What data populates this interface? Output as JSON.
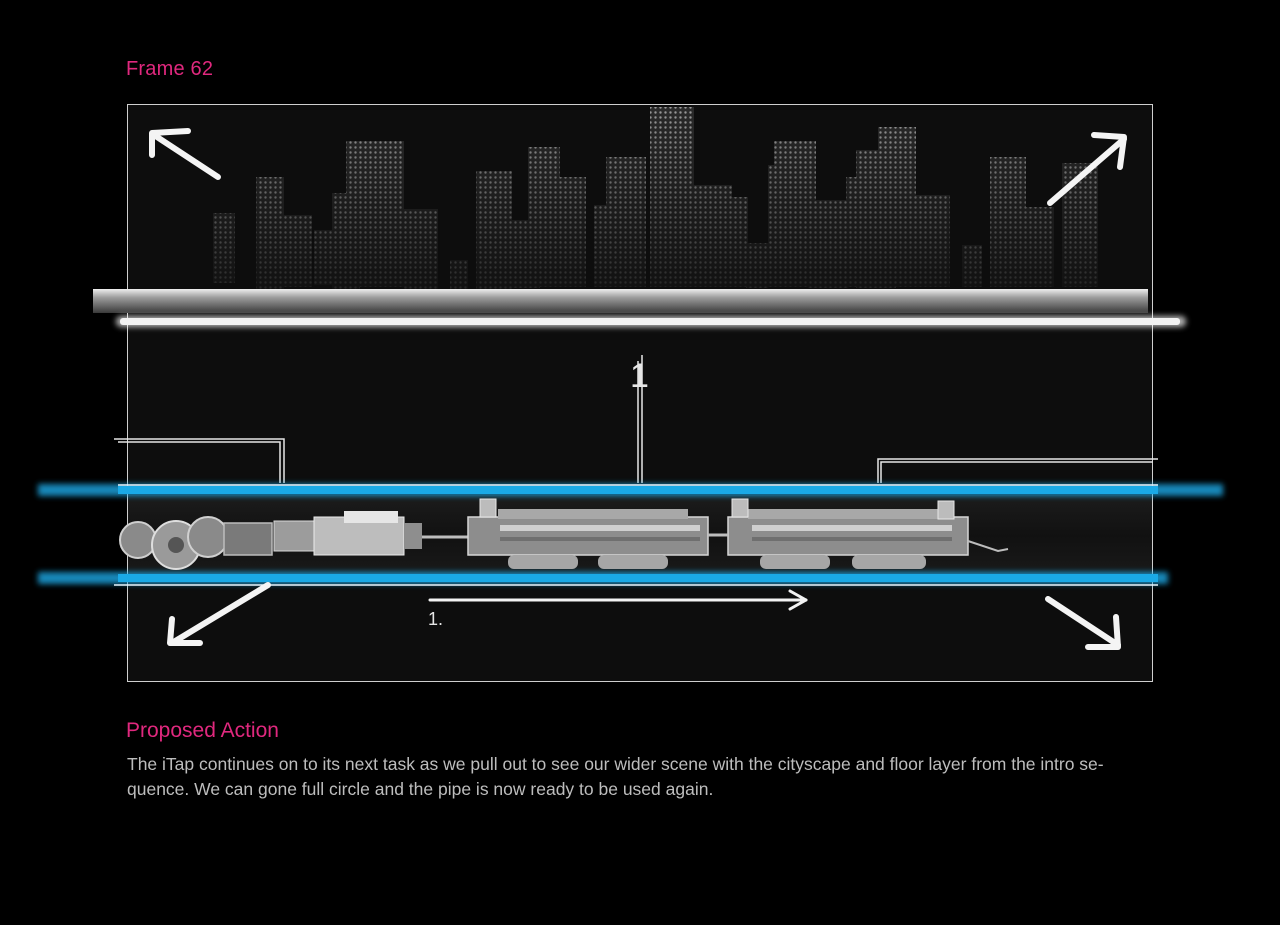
{
  "frame": {
    "title": "Frame 62"
  },
  "proposed_action": {
    "heading": "Proposed Action",
    "text": "The iTap continues on to its next task as we pull out to see our wider scene with the cityscape and floor layer from the intro se-quence. We can gone full circle and the pipe is now ready to be used again."
  },
  "storyboard": {
    "sketch_marks": {
      "number_one": "1",
      "note_label": "1."
    },
    "colors": {
      "accent": "#e0287e",
      "pipe_glow": "#1aa9e6"
    }
  }
}
